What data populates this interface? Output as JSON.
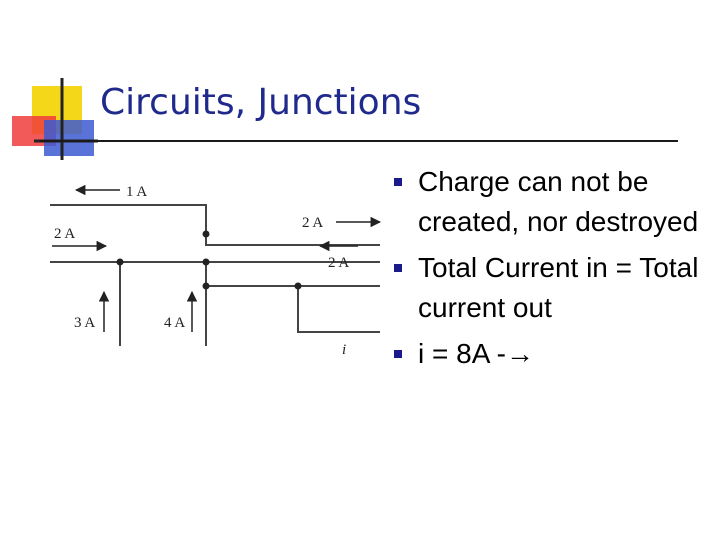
{
  "slide": {
    "title": "Circuits, Junctions",
    "bullets": [
      "Charge can not be created, nor destroyed",
      "Total Current in = Total current out",
      "i = 8A -→"
    ]
  },
  "diagram": {
    "labels": {
      "top_left": "1 A",
      "left_in": "2 A",
      "right_top": "2 A",
      "right_mid": "2 A",
      "bottom_left": "3 A",
      "bottom_mid": "4 A",
      "unknown": "i"
    }
  },
  "colors": {
    "title": "#1f2a8c",
    "bullet": "#1a1a8c",
    "logo_yellow": "#f5d71a",
    "logo_red": "#f03c3c",
    "logo_blue": "#3c5ad2"
  }
}
